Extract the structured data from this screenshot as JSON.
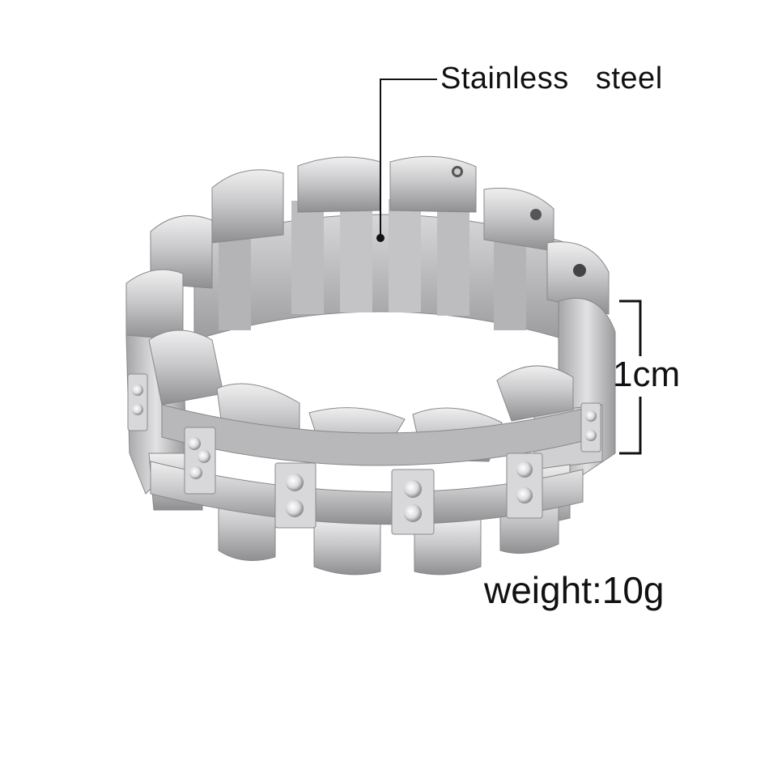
{
  "annotations": {
    "material": "Stainless   steel",
    "size": "1cm",
    "weight": "weight:10g"
  },
  "image": {
    "subject": "stainless steel link ring with crystal inlays",
    "accent_color": "#111111",
    "metal_color": "#c8c8ca"
  }
}
